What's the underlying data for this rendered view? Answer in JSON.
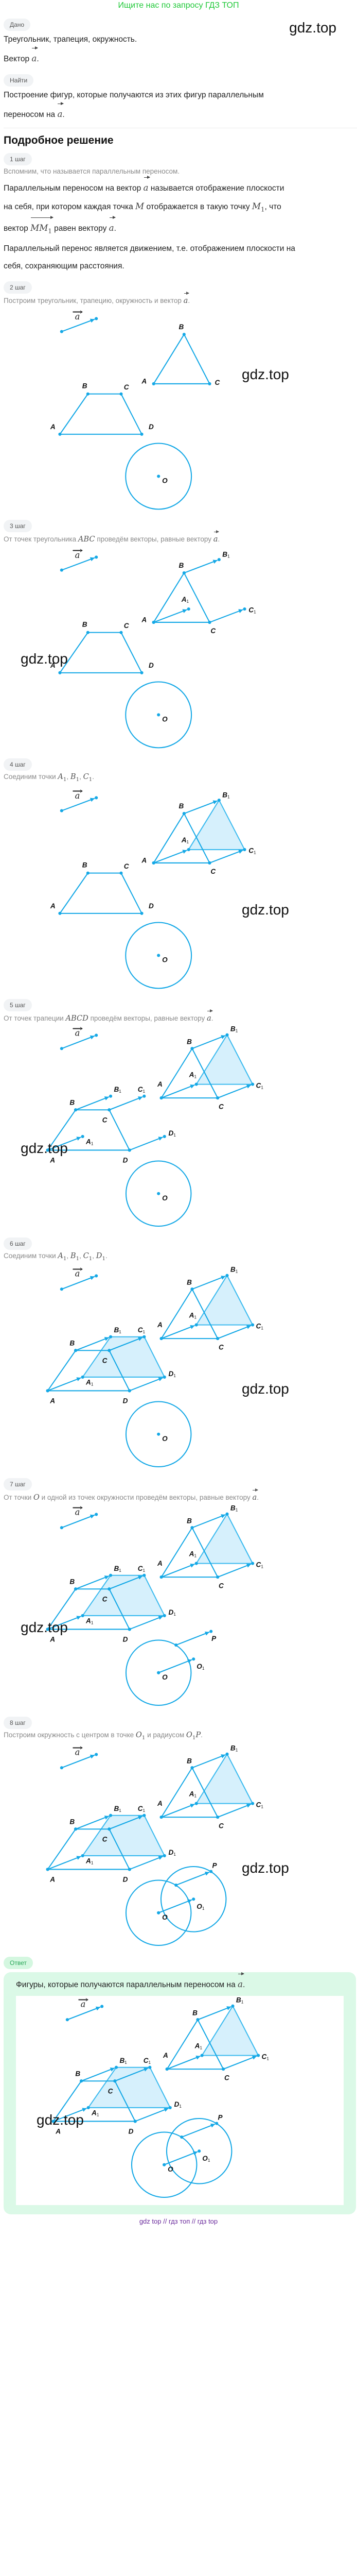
{
  "banner": "Ищите нас по запросу ГДЗ ТОП",
  "watermark": "gdz.top",
  "given": {
    "badge": "Дано",
    "line1": [
      {
        "t": "Треугольник, трапеция, окружность."
      }
    ],
    "line2": [
      {
        "t": "Вектор "
      },
      {
        "m": "a",
        "vec": true
      },
      {
        "t": "."
      }
    ]
  },
  "find": {
    "badge": "Найти",
    "line1": [
      {
        "t": "Построение фигур, которые получаются из этих фигур параллельным"
      }
    ],
    "line2": [
      {
        "t": "переносом на "
      },
      {
        "m": "a",
        "vec": true
      },
      {
        "t": "."
      }
    ]
  },
  "solution_title": "Подробное решение",
  "steps": [
    {
      "badge": "1 шаг",
      "desc": [
        {
          "t": "Вспомним, что называется параллельным переносом."
        }
      ],
      "body": [
        [
          {
            "t": "Параллельным переносом на вектор "
          },
          {
            "m": "a",
            "vec": true
          },
          {
            "t": " называется отображение плоскости"
          }
        ],
        [
          {
            "t": "на себя, при котором каждая точка "
          },
          {
            "m": "M"
          },
          {
            "t": " отображается в такую точку "
          },
          {
            "m": "M",
            "sub": "1"
          },
          {
            "t": ", что"
          }
        ],
        [
          {
            "t": "вектор "
          },
          {
            "m": "MM",
            "sub": "1",
            "vec": true
          },
          {
            "t": " равен вектору "
          },
          {
            "m": "a",
            "vec": true
          },
          {
            "t": "."
          }
        ],
        [
          {
            "t": "Параллельный перенос является движением, т.е. отображением плоскости на"
          }
        ],
        [
          {
            "t": "себя, сохраняющим расстояния."
          }
        ]
      ]
    },
    {
      "badge": "2 шаг",
      "desc": [
        {
          "t": "Построим треугольник, трапецию, окружность и вектор "
        },
        {
          "m": "a",
          "vec": true
        },
        {
          "t": "."
        }
      ]
    },
    {
      "badge": "3 шаг",
      "desc": [
        {
          "t": "От точек треугольника "
        },
        {
          "m": "ABC"
        },
        {
          "t": " проведём векторы, равные вектору "
        },
        {
          "m": "a",
          "vec": true
        },
        {
          "t": "."
        }
      ]
    },
    {
      "badge": "4 шаг",
      "desc": [
        {
          "t": "Соединим точки "
        },
        {
          "m": "A",
          "sub": "1"
        },
        {
          "t": ", "
        },
        {
          "m": "B",
          "sub": "1"
        },
        {
          "t": ", "
        },
        {
          "m": "C",
          "sub": "1"
        },
        {
          "t": "."
        }
      ]
    },
    {
      "badge": "5 шаг",
      "desc": [
        {
          "t": "От точек трапеции "
        },
        {
          "m": "ABCD"
        },
        {
          "t": " проведём векторы, равные вектору "
        },
        {
          "m": "a",
          "vec": true
        },
        {
          "t": "."
        }
      ]
    },
    {
      "badge": "6 шаг",
      "desc": [
        {
          "t": "Соединим точки "
        },
        {
          "m": "A",
          "sub": "1"
        },
        {
          "t": ", "
        },
        {
          "m": "B",
          "sub": "1"
        },
        {
          "t": ", "
        },
        {
          "m": "C",
          "sub": "1"
        },
        {
          "t": ", "
        },
        {
          "m": "D",
          "sub": "1"
        },
        {
          "t": "."
        }
      ]
    },
    {
      "badge": "7 шаг",
      "desc": [
        {
          "t": "От точки "
        },
        {
          "m": "O"
        },
        {
          "t": " и одной из точек окружности проведём векторы, равные вектору "
        },
        {
          "m": "a",
          "vec": true
        },
        {
          "t": "."
        }
      ]
    },
    {
      "badge": "8 шаг",
      "desc": [
        {
          "t": "Построим окружность с центром в точке "
        },
        {
          "m": "O",
          "sub": "1"
        },
        {
          "t": " и радиусом "
        },
        {
          "m": "O",
          "sub": "1"
        },
        {
          "m": "P"
        },
        {
          "t": "."
        }
      ]
    }
  ],
  "answer": {
    "badge": "Ответ",
    "text": [
      {
        "t": "Фигуры, которые получаются параллельным переносом на "
      },
      {
        "m": "a",
        "vec": true
      },
      {
        "t": "."
      }
    ]
  },
  "figure_labels": {
    "A": "A",
    "B": "B",
    "C": "C",
    "D": "D",
    "O": "O",
    "P": "P",
    "sub": "1",
    "vector": "a"
  },
  "colors": {
    "stroke": "#14a8e6",
    "stroke_light": "#3dbbef",
    "fill": "#d6f0fc",
    "banner": "#22c93a",
    "answer_bg": "#dbf9e7"
  },
  "footer": "gdz top  //  гдз топ  //  гдз top"
}
